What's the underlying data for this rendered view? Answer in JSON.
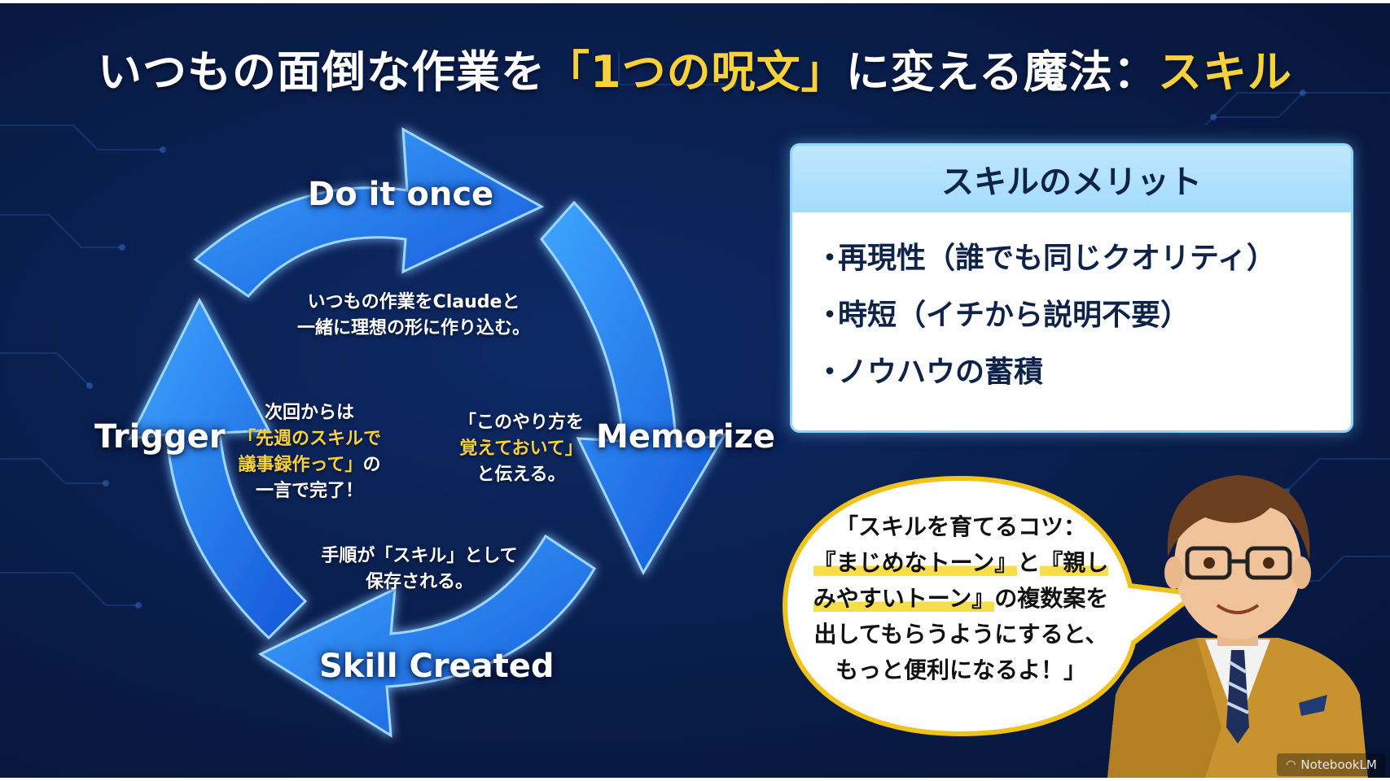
{
  "title": {
    "part1": "いつもの面倒な作業を",
    "highlight1": "「1つの呪文」",
    "part2": "に変える魔法：",
    "highlight2": "スキル"
  },
  "cycle": {
    "stages": {
      "do_it_once": "Do it once",
      "memorize": "Memorize",
      "skill_created": "Skill Created",
      "trigger": "Trigger"
    },
    "descriptions": {
      "do_it_once": [
        "いつもの作業をClaudeと",
        "一緒に理想の形に作り込む。"
      ],
      "memorize": {
        "line1_pre": "「このやり方を",
        "line2_highlight": "覚えておいて」",
        "line3": "と伝える。"
      },
      "skill_created": [
        "手順が「スキル」として",
        "保存される。"
      ],
      "trigger": {
        "line1": "次回からは",
        "line2_highlight": "「先週のスキルで",
        "line3_highlight": "議事録作って」",
        "line3_tail": "の",
        "line4": "一言で完了！"
      }
    }
  },
  "merits": {
    "heading": "スキルのメリット",
    "bullet": "・",
    "items": [
      "再現性（誰でも同じクオリティ）",
      "時短（イチから説明不要）",
      "ノウハウの蓄積"
    ]
  },
  "bubble": {
    "line1": "「スキルを育てるコツ：",
    "line2_u1": "『まじめなトーン』",
    "line2_mid": "と",
    "line2_u2": "『親し",
    "line3_u": "みやすいトーン』",
    "line3_tail": "の複数案を",
    "line4": "出してもらうようにすると、",
    "line5": "もっと便利になるよ！」"
  },
  "watermark": {
    "label": "NotebookLM"
  },
  "colors": {
    "accent_yellow": "#f9d13b",
    "arrow_blue": "#2b8cff",
    "bg_navy": "#0a1f4e"
  },
  "icons": {
    "watermark": "notebooklm-logo-icon"
  }
}
